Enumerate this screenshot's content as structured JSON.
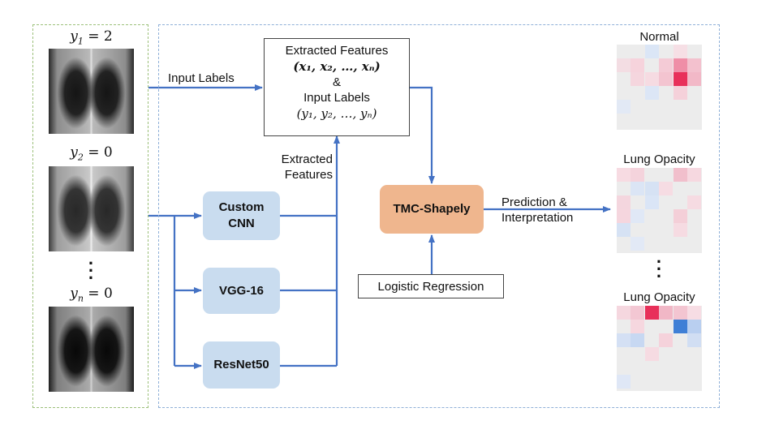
{
  "inputs": [
    {
      "var": "y",
      "sub": "1",
      "value": "2"
    },
    {
      "var": "y",
      "sub": "2",
      "value": "0"
    },
    {
      "var": "y",
      "sub": "n",
      "value": "0"
    }
  ],
  "labels": {
    "input_labels": "Input Labels",
    "extracted_features_line1": "Extracted",
    "extracted_features_line2": "Features",
    "prediction_line1": "Prediction &",
    "prediction_line2": "Interpretation"
  },
  "feature_box": {
    "title": "Extracted Features",
    "features_tuple": "(x₁, x₂, …, xₙ)",
    "amp": "&",
    "labels_title": "Input Labels",
    "labels_tuple": "(y₁, y₂, …, yₙ)"
  },
  "models": {
    "custom_cnn_line1": "Custom",
    "custom_cnn_line2": "CNN",
    "vgg16": "VGG-16",
    "resnet50": "ResNet50"
  },
  "tmc": "TMC-Shapely",
  "logistic": "Logistic Regression",
  "outputs": [
    {
      "label": "Normal"
    },
    {
      "label": "Lung Opacity"
    },
    {
      "label": "Lung Opacity"
    }
  ],
  "colors": {
    "arrow": "#4472c4",
    "model_fill": "#c9dcef",
    "tmc_fill": "#efb68e",
    "input_border": "#9cc07a",
    "main_border": "#8fb0d8",
    "heat_positive": "#e8305a",
    "heat_negative": "#3f7fd6"
  }
}
